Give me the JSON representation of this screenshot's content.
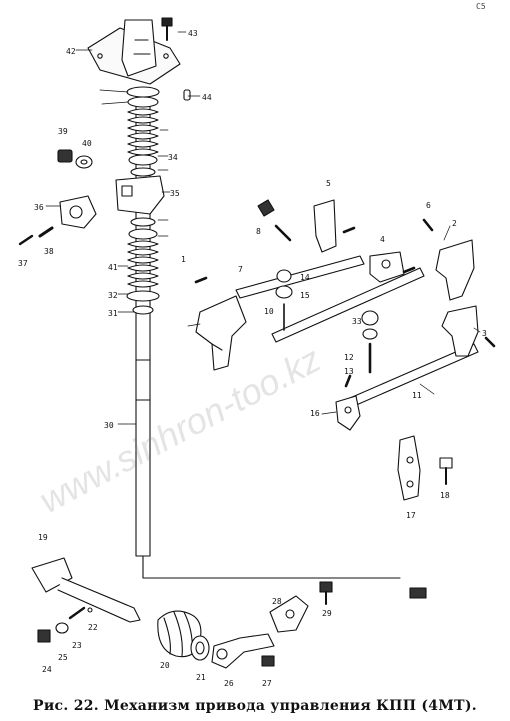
{
  "caption": "Рис. 22. Механизм привода управления КПП (4МТ).",
  "corner_label": "С5",
  "watermark": "www.sinhron-too.kz",
  "callouts": [
    "1",
    "2",
    "3",
    "4",
    "5",
    "6",
    "7",
    "8",
    "10",
    "11",
    "12",
    "13",
    "14",
    "15",
    "16",
    "17",
    "18",
    "19",
    "20",
    "21",
    "22",
    "23",
    "24",
    "25",
    "26",
    "27",
    "28",
    "29",
    "30",
    "31",
    "32",
    "33",
    "34",
    "35",
    "36",
    "37",
    "38",
    "39",
    "40",
    "41",
    "42",
    "43",
    "44"
  ],
  "colors": {
    "ink": "#111111",
    "paper": "#ffffff"
  }
}
